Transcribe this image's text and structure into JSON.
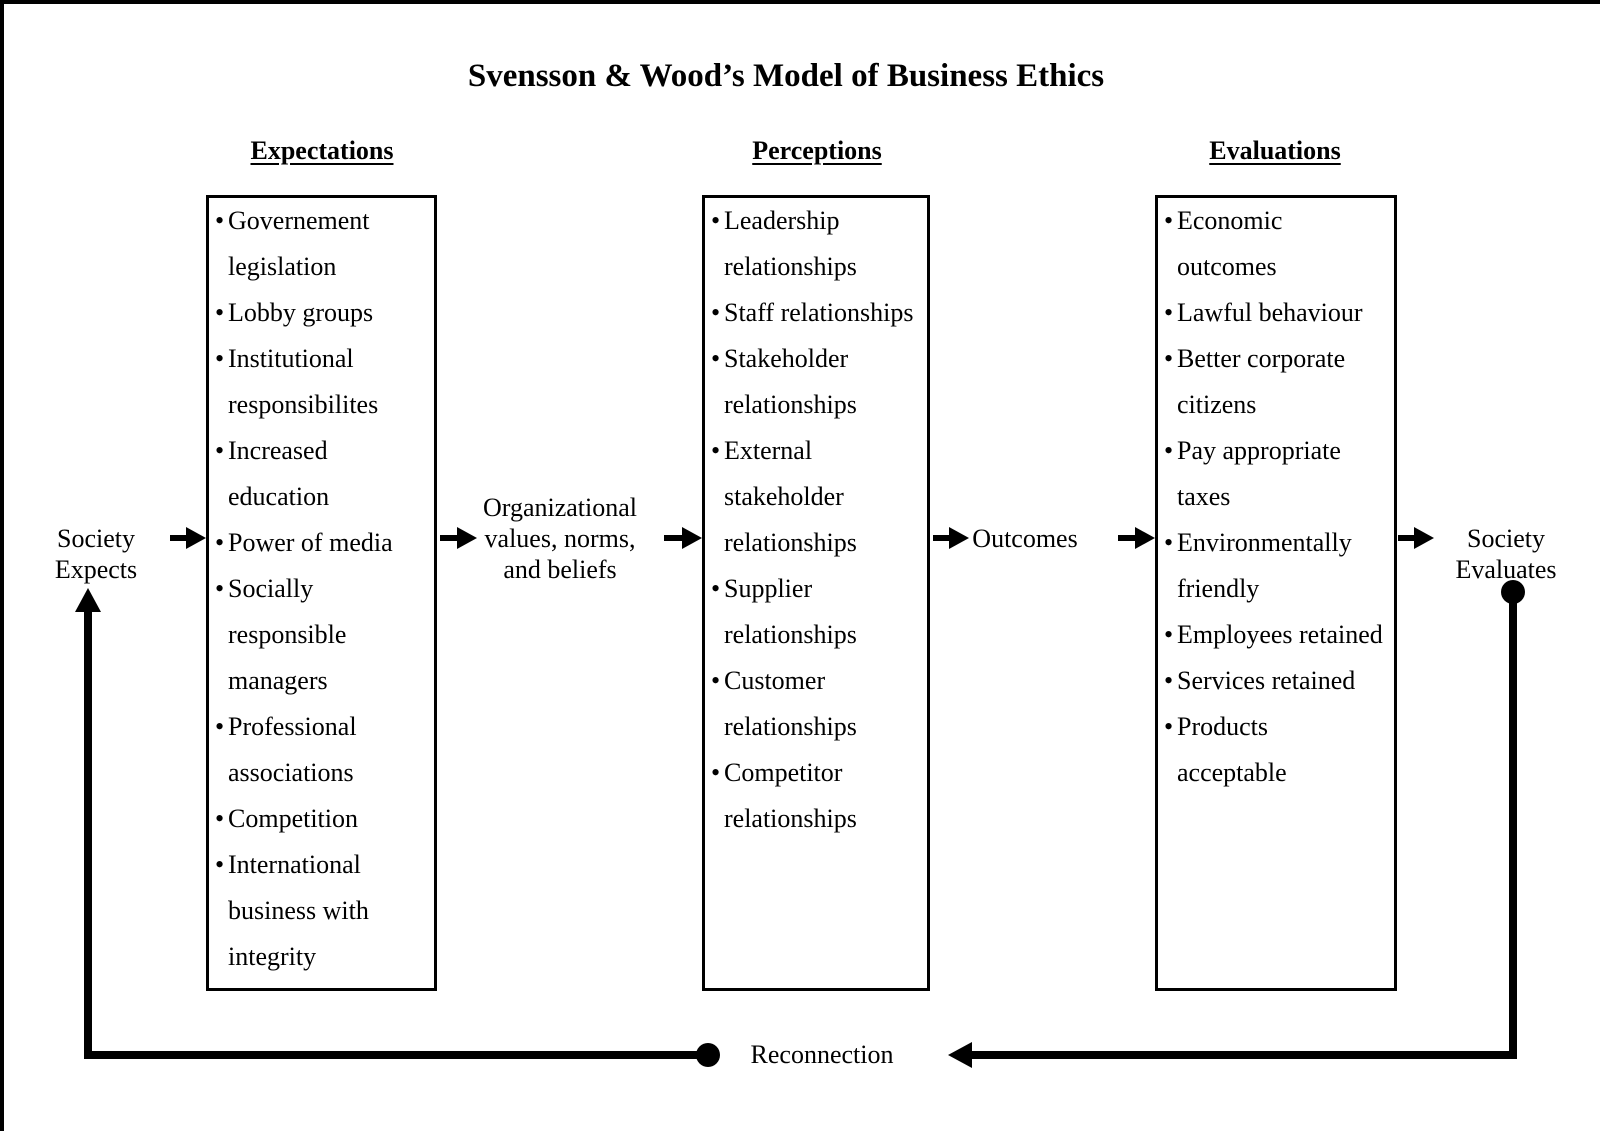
{
  "title": "Svensson & Wood’s Model of Business Ethics",
  "columns": [
    {
      "header": "Expectations",
      "items": [
        "Governement\nlegislation",
        "Lobby groups",
        "Institutional\nresponsibilites",
        "Increased\neducation",
        "Power of media",
        "Socially\nresponsible\nmanagers",
        "Professional\nassociations",
        "Competition",
        "International\nbusiness with\nintegrity"
      ]
    },
    {
      "header": "Perceptions",
      "items": [
        "Leadership\nrelationships",
        "Staff relationships",
        "Stakeholder\nrelationships",
        "External\nstakeholder\nrelationships",
        "Supplier\nrelationships",
        "Customer\nrelationships",
        "Competitor\nrelationships"
      ]
    },
    {
      "header": "Evaluations",
      "items": [
        "Economic\noutcomes",
        "Lawful behaviour",
        "Better corporate\ncitizens",
        "Pay appropriate\ntaxes",
        "Environmentally\nfriendly",
        "Employees retained",
        "Services retained",
        "Products\nacceptable"
      ]
    }
  ],
  "flow": {
    "society_expects": "Society\nExpects",
    "organizational_values": "Organizational\nvalues, norms,\nand beliefs",
    "outcomes": "Outcomes",
    "society_evaluates": "Society\nEvaluates",
    "reconnection": "Reconnection"
  },
  "colors": {
    "ink": "#000000",
    "background": "#ffffff"
  }
}
